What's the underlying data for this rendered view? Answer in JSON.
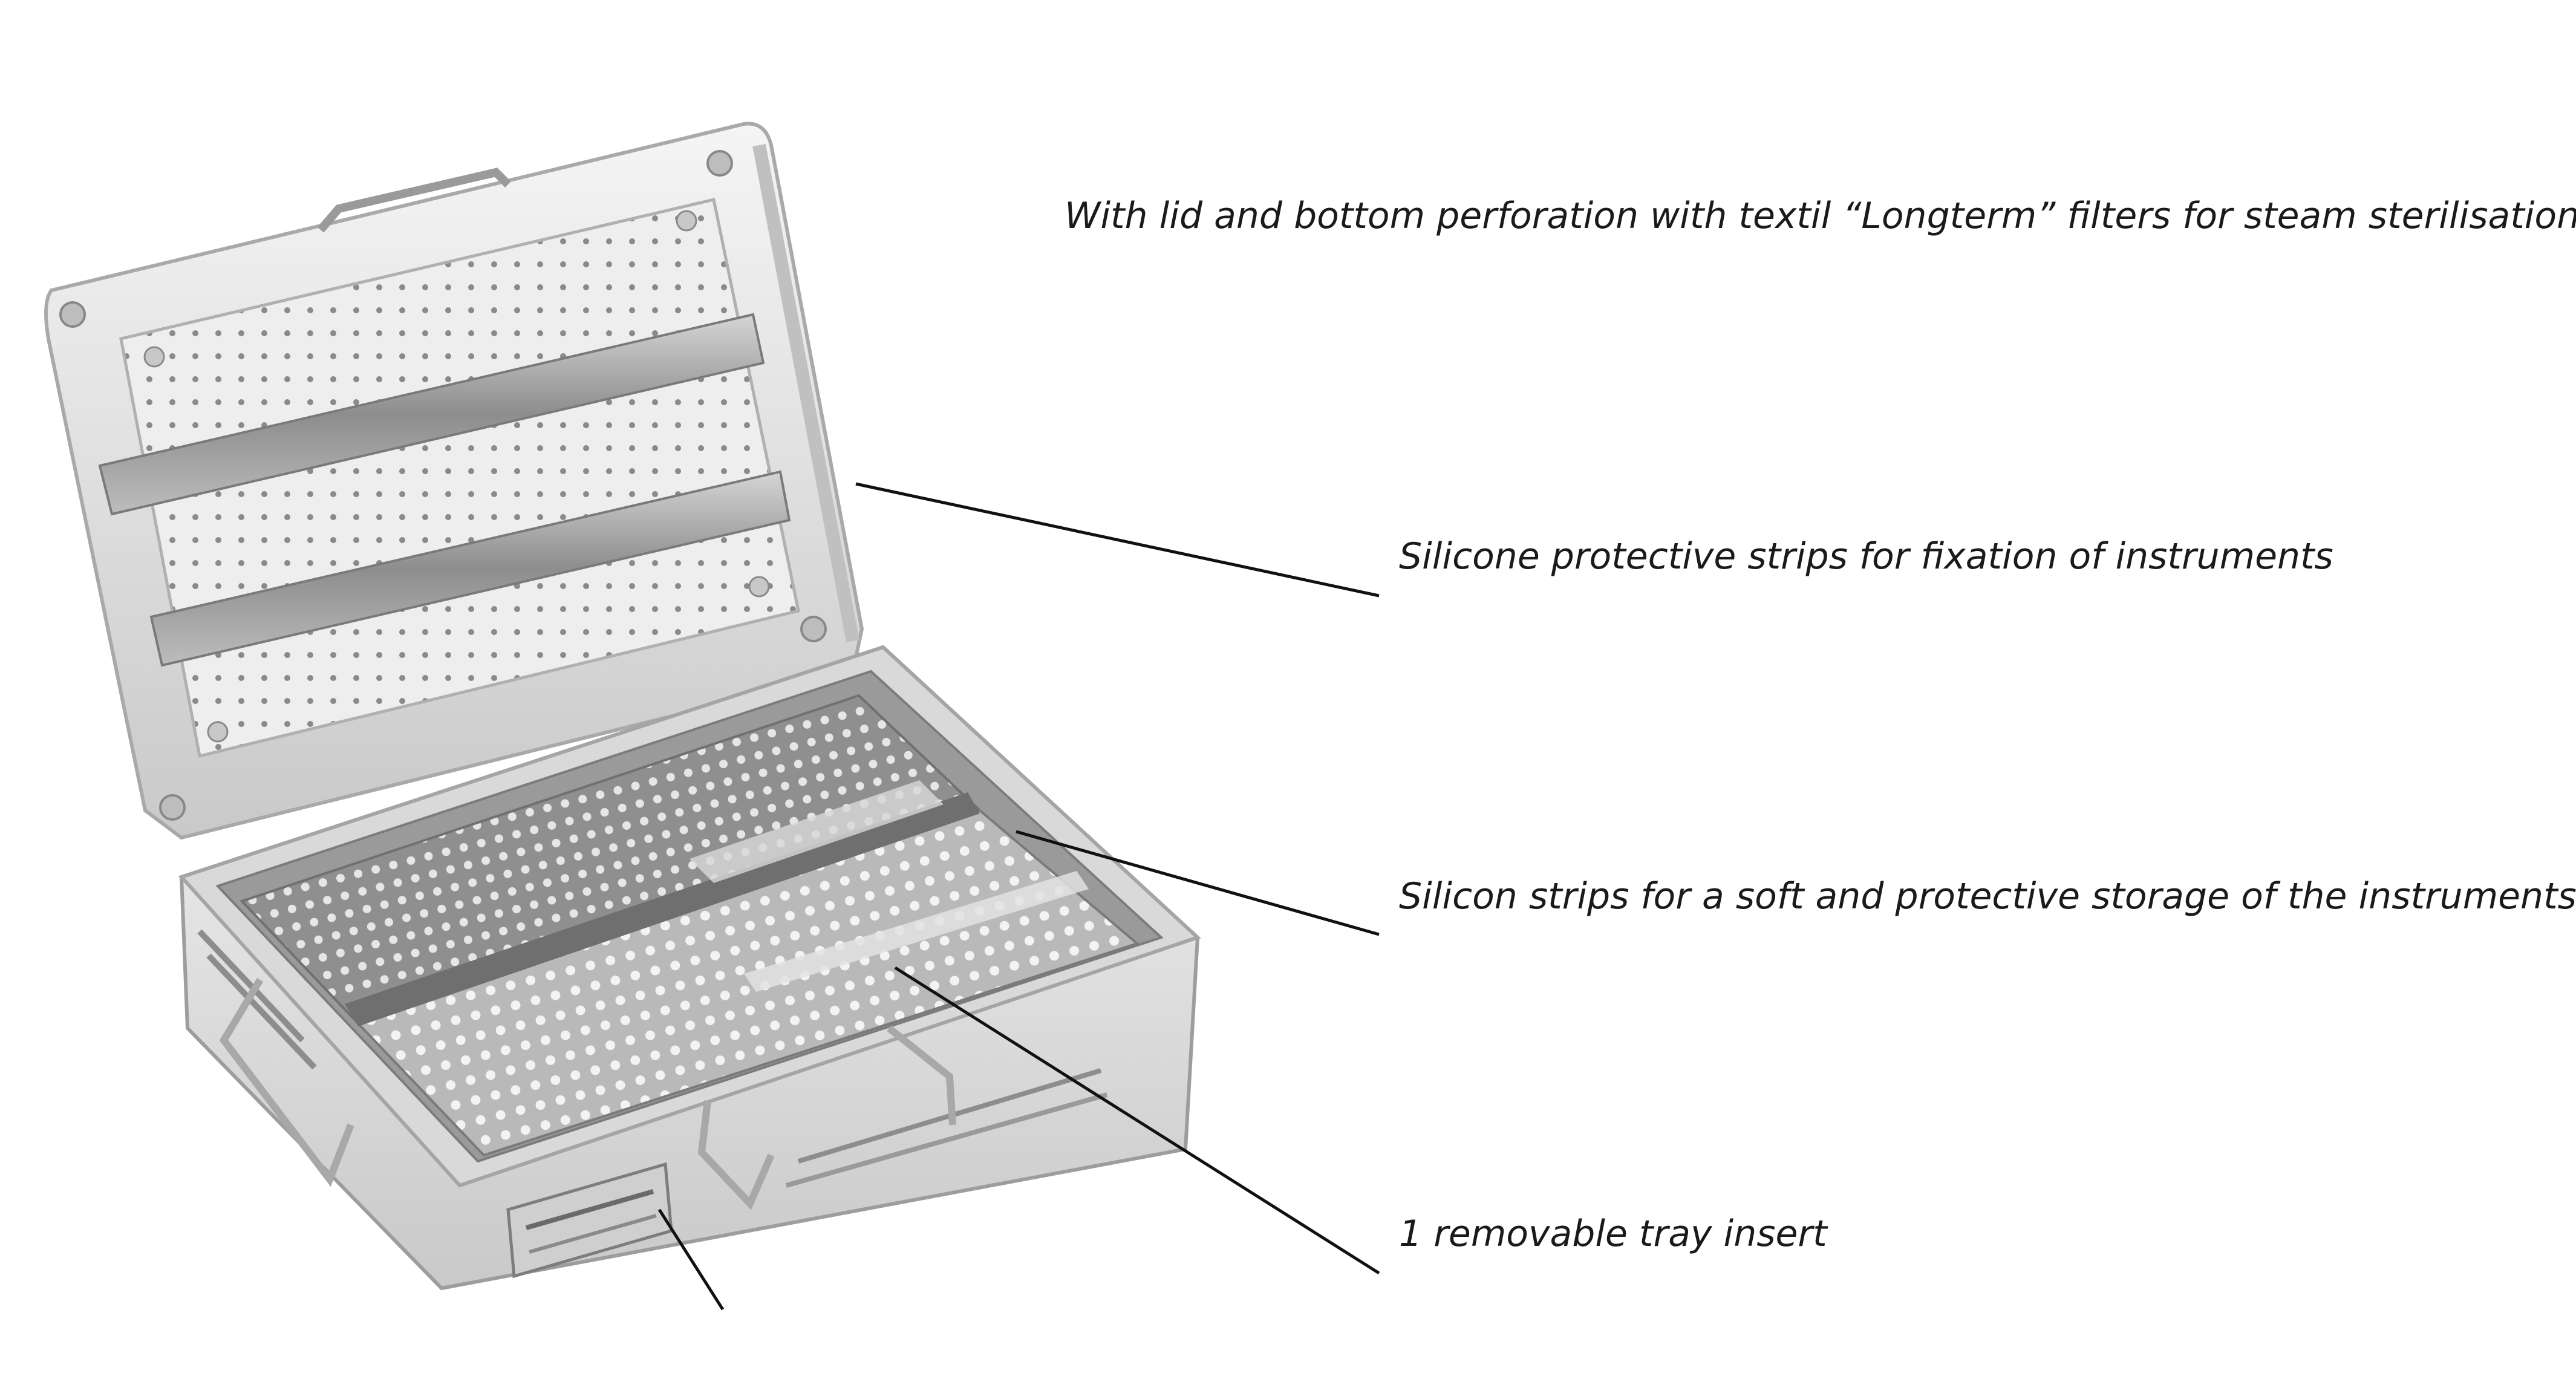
{
  "callouts": {
    "lid_perforation": "With lid and bottom perforation with textil “Longterm” filters for steam sterilisation",
    "silicone_strips_fixation": "Silicone protective strips for fixation of instruments",
    "silicon_strips_storage": "Silicon strips for a soft and protective storage of the instruments",
    "removable_tray": "1 removable tray insert"
  },
  "colors": {
    "text": "#1a1a1a",
    "leader_line": "#111111",
    "metal_light": "#f2f2f2",
    "metal_mid": "#d2d2d2",
    "metal_dark": "#9a9a9a",
    "perforation": "#6e6e6e"
  }
}
